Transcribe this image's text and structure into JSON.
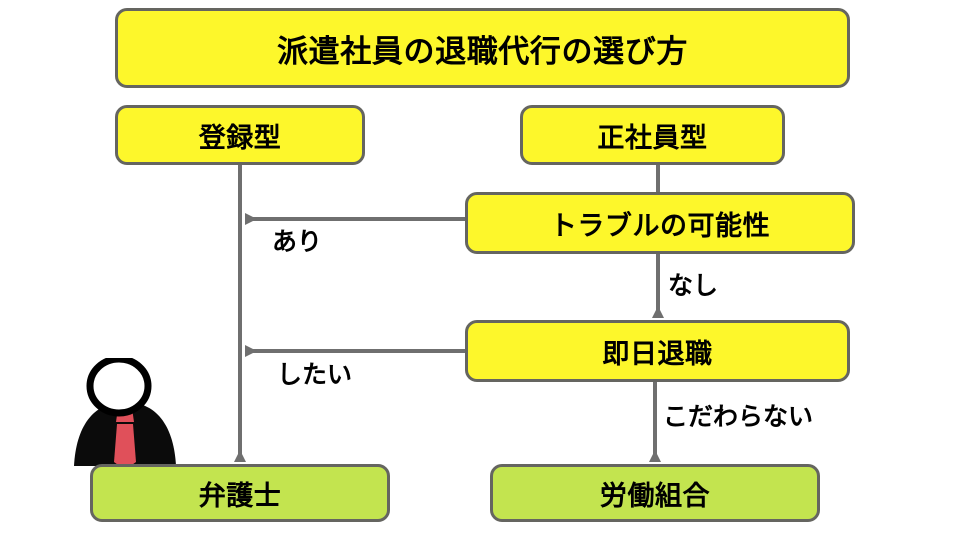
{
  "diagram": {
    "title": "派遣社員の退職代行の選び方",
    "type": "flowchart",
    "colors": {
      "node_yellow": "#fdf72b",
      "node_green": "#c3e44f",
      "node_border": "#656560",
      "edge": "#6f6f6f",
      "tie_red": "#e0505a",
      "silhouette_black": "#0b0b0b",
      "background": "#ffffff"
    },
    "nodes": [
      {
        "id": "title",
        "label": "派遣社員の退職代行の選び方",
        "shape": "rounded-rect",
        "fill": "yellow",
        "role": "heading"
      },
      {
        "id": "registered",
        "label": "登録型",
        "shape": "rounded-rect",
        "fill": "yellow",
        "role": "branch"
      },
      {
        "id": "fulltime",
        "label": "正社員型",
        "shape": "rounded-rect",
        "fill": "yellow",
        "role": "branch"
      },
      {
        "id": "trouble",
        "label": "トラブルの可能性",
        "shape": "rounded-rect",
        "fill": "yellow",
        "role": "decision"
      },
      {
        "id": "sameday",
        "label": "即日退職",
        "shape": "rounded-rect",
        "fill": "yellow",
        "role": "decision"
      },
      {
        "id": "lawyer",
        "label": "弁護士",
        "shape": "rounded-rect",
        "fill": "green",
        "role": "outcome"
      },
      {
        "id": "union",
        "label": "労働組合",
        "shape": "rounded-rect",
        "fill": "green",
        "role": "outcome"
      }
    ],
    "edges": [
      {
        "from": "fulltime",
        "to": "trouble",
        "label": "",
        "direction": "down"
      },
      {
        "from": "trouble",
        "to": "lawyer",
        "label": "あり",
        "direction": "left"
      },
      {
        "from": "trouble",
        "to": "sameday",
        "label": "なし",
        "direction": "down"
      },
      {
        "from": "sameday",
        "to": "lawyer",
        "label": "したい",
        "direction": "left"
      },
      {
        "from": "sameday",
        "to": "union",
        "label": "こだわらない",
        "direction": "down"
      },
      {
        "from": "registered",
        "to": "lawyer",
        "label": "",
        "direction": "down"
      }
    ],
    "labels": {
      "ari": "あり",
      "nashi": "なし",
      "shitai": "したい",
      "kodawaranai": "こだわらない"
    },
    "illustration": {
      "name": "businessman-silhouette",
      "description": "necktie-person-figure"
    }
  }
}
